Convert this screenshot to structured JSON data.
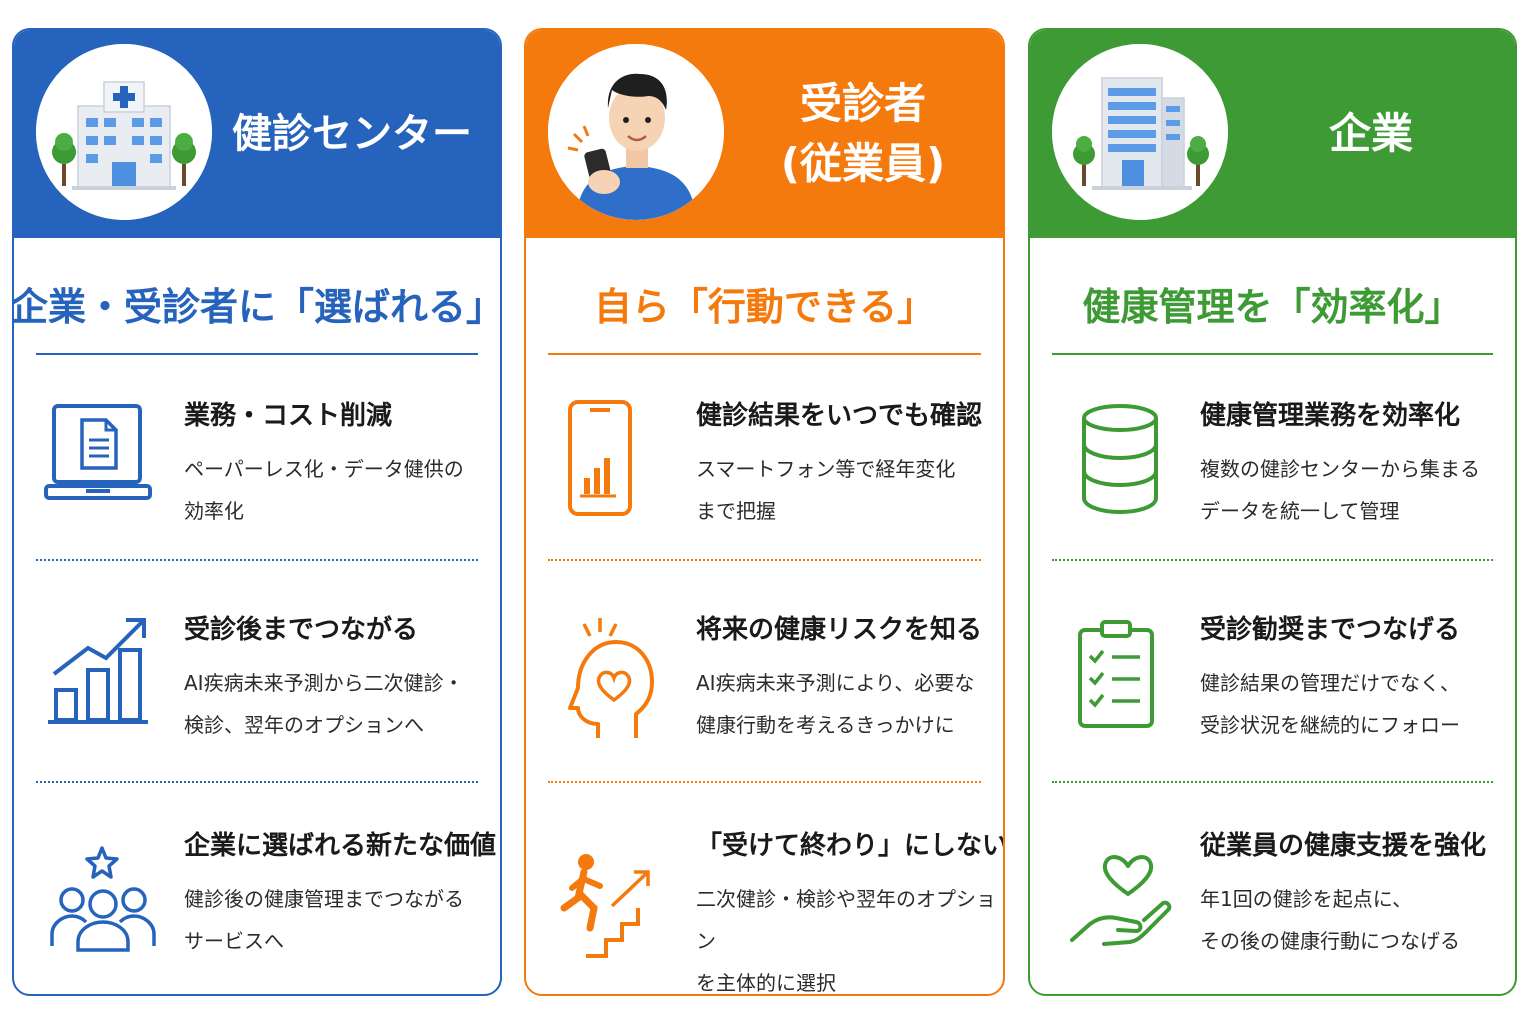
{
  "colors": {
    "blue": "#2563bd",
    "orange": "#f57a0e",
    "green": "#3e9a35"
  },
  "columns": [
    {
      "header": "健診センター",
      "header_icon": "hospital-building-icon",
      "tagline": "企業・受診者に「選ばれる」",
      "items": [
        {
          "icon": "laptop-document-icon",
          "title": "業務・コスト削減",
          "desc": "ペーパーレス化・データ健供の\n効率化"
        },
        {
          "icon": "growth-chart-icon",
          "title": "受診後までつながる",
          "desc": "AI疾病未来予測から二次健診・\n検診、翌年のオプションへ"
        },
        {
          "icon": "people-star-icon",
          "title": "企業に選ばれる新たな価値",
          "desc": "健診後の健康管理までつながる\nサービスへ"
        }
      ]
    },
    {
      "header": "受診者\n(従業員)",
      "header_icon": "man-with-smartphone-icon",
      "tagline": "自ら「行動できる」",
      "items": [
        {
          "icon": "smartphone-chart-icon",
          "title": "健診結果をいつでも確認",
          "desc": "スマートフォン等で経年変化\nまで把握"
        },
        {
          "icon": "head-heart-icon",
          "title": "将来の健康リスクを知る",
          "desc": "AI疾病未来予測により、必要な\n健康行動を考えるきっかけに"
        },
        {
          "icon": "climbing-stairs-icon",
          "title": "「受けて終わり」にしない",
          "desc": "二次健診・検診や翌年のオプション\nを主体的に選択"
        }
      ]
    },
    {
      "header": "企業",
      "header_icon": "office-building-icon",
      "tagline": "健康管理を「効率化」",
      "items": [
        {
          "icon": "database-icon",
          "title": "健康管理業務を効率化",
          "desc": "複数の健診センターから集まる\nデータを統一して管理"
        },
        {
          "icon": "clipboard-checklist-icon",
          "title": "受診勧奨までつなげる",
          "desc": "健診結果の管理だけでなく、\n受診状況を継続的にフォロー"
        },
        {
          "icon": "hand-heart-icon",
          "title": "従業員の健康支援を強化",
          "desc": "年1回の健診を起点に、\nその後の健康行動につなげる"
        }
      ]
    }
  ]
}
